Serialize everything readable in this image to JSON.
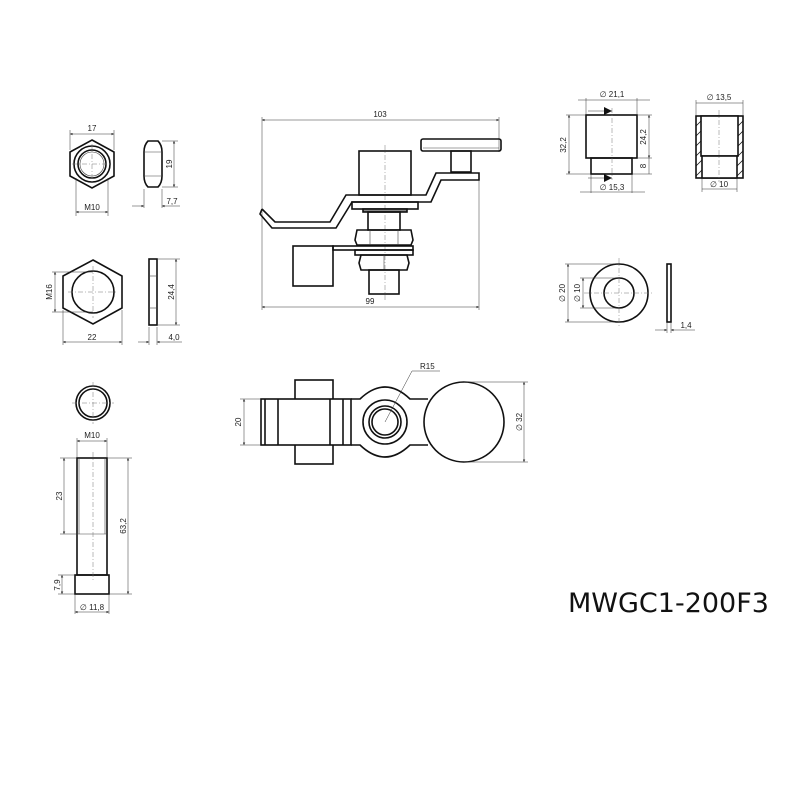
{
  "title": "MWGC1-200F3",
  "views": {
    "hex_nut_m10": {
      "width_across_flats": "17",
      "thread": "M10",
      "height": "19",
      "thickness": "7,7"
    },
    "hex_nut_m16": {
      "thread": "M16",
      "width": "22",
      "height": "24,4",
      "thickness": "4,0"
    },
    "bolt": {
      "thread": "M10",
      "thread_length": "23",
      "total_length": "63,2",
      "head_height": "7,9",
      "head_diameter": "∅ 11,8"
    },
    "assembly_side": {
      "overall_width": "103",
      "base_width": "99"
    },
    "assembly_top": {
      "height": "20",
      "radius": "R15",
      "knob_diameter": "∅ 32"
    },
    "spacer": {
      "top_diameter": "∅ 21,1",
      "bottom_diameter": "∅ 15,3",
      "total_height": "32,2",
      "upper_height": "24,2",
      "lower_height": "8"
    },
    "bushing": {
      "outer_diameter": "∅ 13,5",
      "inner_diameter": "∅ 10"
    },
    "washer": {
      "outer_diameter": "∅ 20",
      "inner_diameter": "∅ 10",
      "thickness": "1,4"
    }
  }
}
